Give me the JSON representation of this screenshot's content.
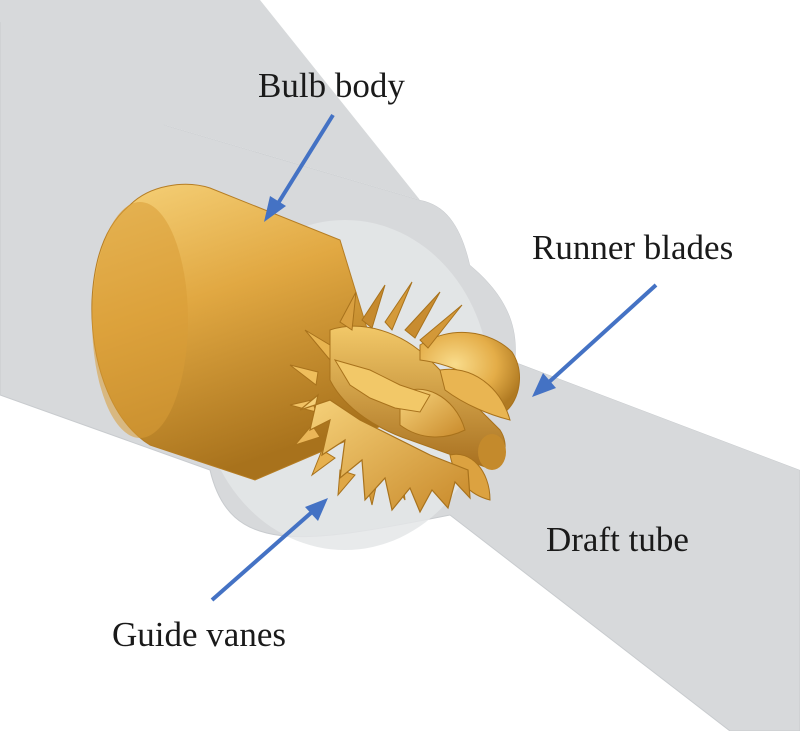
{
  "labels": {
    "bulb_body": "Bulb body",
    "runner_blades": "Runner blades",
    "draft_tube": "Draft tube",
    "guide_vanes": "Guide vanes"
  },
  "colors": {
    "housing": "#d7d9db",
    "housing_edge": "#c3c6c9",
    "body_light": "#f3c766",
    "body_mid": "#e1a842",
    "body_dark": "#a8721c",
    "arrow": "#4472c4",
    "text": "#1a1a1a"
  }
}
